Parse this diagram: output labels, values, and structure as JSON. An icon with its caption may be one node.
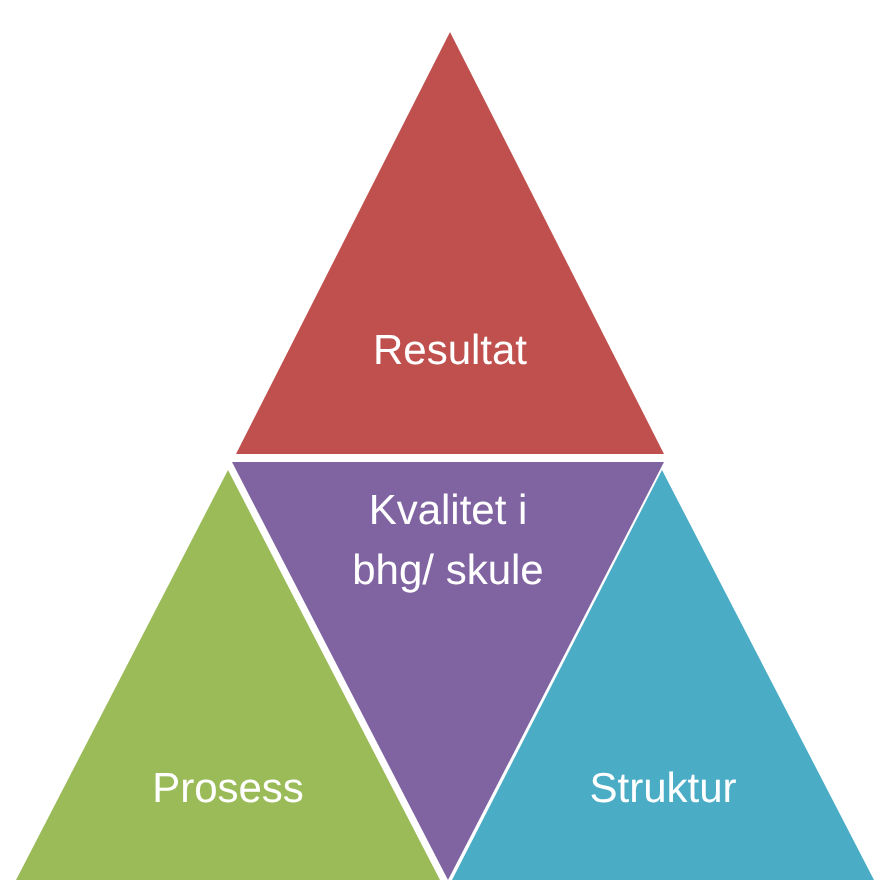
{
  "diagram": {
    "nodes": [
      {
        "text": [
          "Resultat"
        ]
      },
      {
        "text": [
          "Kvalitet i bhg/ skule"
        ]
      },
      {
        "text": [
          "Prosess"
        ]
      },
      {
        "text": [
          "Struktur"
        ]
      }
    ]
  }
}
